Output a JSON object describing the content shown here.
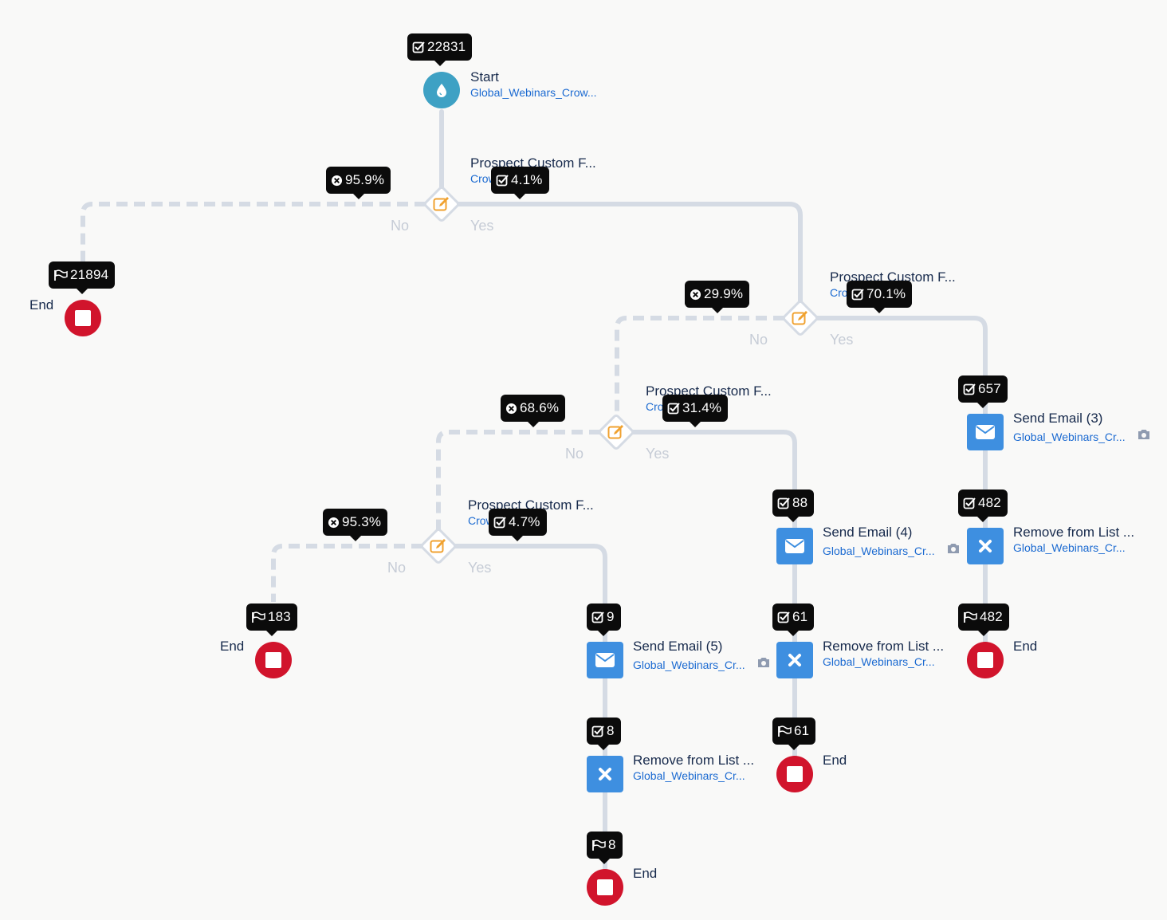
{
  "start": {
    "count": "22831",
    "title": "Start",
    "subtitle": "Global_Webinars_Crow..."
  },
  "rules": [
    {
      "title": "Prospect Custom F...",
      "subtitle": "Crowd Ti...",
      "no_pct": "95.9%",
      "yes_pct": "4.1%",
      "no_label": "No",
      "yes_label": "Yes"
    },
    {
      "title": "Prospect Custom F...",
      "subtitle": "Crowd Titl...",
      "no_pct": "29.9%",
      "yes_pct": "70.1%",
      "no_label": "No",
      "yes_label": "Yes"
    },
    {
      "title": "Prospect Custom F...",
      "subtitle": "Crowd Titl...",
      "no_pct": "68.6%",
      "yes_pct": "31.4%",
      "no_label": "No",
      "yes_label": "Yes"
    },
    {
      "title": "Prospect Custom F...",
      "subtitle": "Crowd Titl...",
      "no_pct": "95.3%",
      "yes_pct": "4.7%",
      "no_label": "No",
      "yes_label": "Yes"
    }
  ],
  "actions": [
    {
      "count": "657",
      "title": "Send Email (3)",
      "subtitle": "Global_Webinars_Cr...",
      "icon": "email-icon"
    },
    {
      "count": "482",
      "title": "Remove from List ...",
      "subtitle": "Global_Webinars_Cr...",
      "icon": "close-icon"
    },
    {
      "count": "88",
      "title": "Send Email (4)",
      "subtitle": "Global_Webinars_Cr...",
      "icon": "email-icon"
    },
    {
      "count": "61",
      "title": "Remove from List ...",
      "subtitle": "Global_Webinars_Cr...",
      "icon": "close-icon"
    },
    {
      "count": "9",
      "title": "Send Email (5)",
      "subtitle": "Global_Webinars_Cr...",
      "icon": "email-icon"
    },
    {
      "count": "8",
      "title": "Remove from List ...",
      "subtitle": "Global_Webinars_Cr...",
      "icon": "close-icon"
    }
  ],
  "ends": [
    {
      "count": "21894",
      "label": "End"
    },
    {
      "count": "482",
      "label": "End"
    },
    {
      "count": "183",
      "label": "End"
    },
    {
      "count": "61",
      "label": "End"
    },
    {
      "count": "8",
      "label": "End"
    }
  ],
  "colors": {
    "background": "#f9f9f8",
    "connector": "#d5dbe4",
    "badge": "#0b0b0b",
    "start": "#3ea1c4",
    "end": "#d1142c",
    "action": "#3e8fe0",
    "rule_icon": "#f0a230",
    "title_text": "#172a4c",
    "subtitle_text": "#1b6ad1",
    "branch_label": "#c6ccd6"
  }
}
